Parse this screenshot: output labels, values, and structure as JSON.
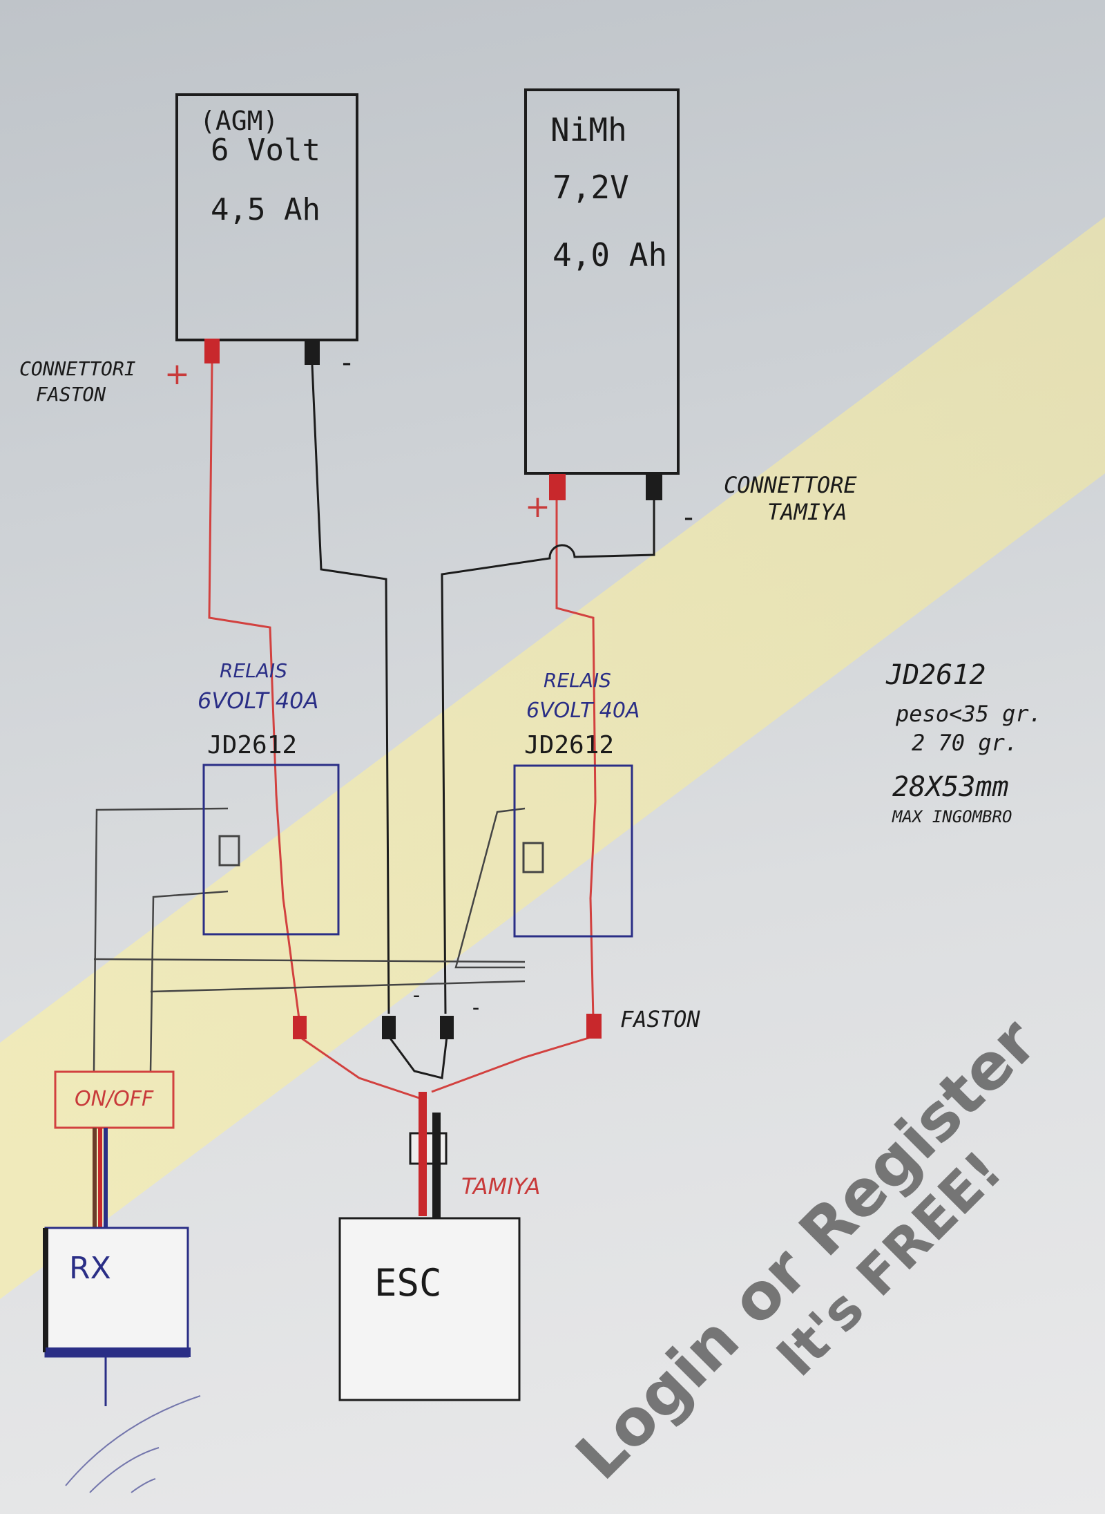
{
  "batteries": [
    {
      "lines": [
        "(AGM)",
        "6 Volt",
        "4,5 Ah"
      ],
      "plus": "+",
      "minus": "-"
    },
    {
      "lines": [
        "NiMh",
        "7,2V",
        "4,0 Ah"
      ],
      "plus": "+",
      "minus": "-"
    }
  ],
  "labels": {
    "faston_connectors": [
      "CONNETTORI",
      "FASTON"
    ],
    "tamiya_connector": [
      "CONNETTORE",
      "TAMIYA"
    ],
    "faston": "FASTON",
    "tamiya": "TAMIYA",
    "minus_a": "-",
    "minus_b": "-"
  },
  "relays": [
    {
      "line1": "RELAIS",
      "line2": "6VOLT 40A",
      "model": "JD2612"
    },
    {
      "line1": "RELAIS",
      "line2": "6VOLT 40A",
      "model": "JD2612"
    }
  ],
  "notes": [
    "JD2612",
    "peso<35 gr.",
    "2 70 gr.",
    "28X53mm",
    "MAX INGOMBRO"
  ],
  "switch": {
    "label": "ON/OFF"
  },
  "rx": {
    "label": "RX"
  },
  "esc": {
    "label": "ESC"
  },
  "watermark": {
    "line1": "Login or Register",
    "line2": "It's FREE!"
  },
  "colors": {
    "red_wire": "#d2413f",
    "black_wire": "#1c1c1c",
    "blue_ink": "#2a2e86",
    "band": "#efe7a8"
  }
}
